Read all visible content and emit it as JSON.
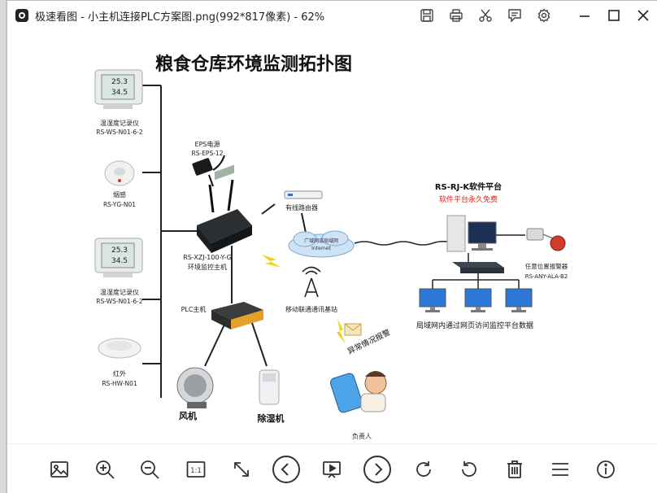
{
  "window": {
    "title": "极速看图 - 小主机连接PLC方案图.png(992*817像素) - 62%"
  },
  "titlebar_tools": [
    "save-icon",
    "print-icon",
    "cut-icon",
    "comment-icon",
    "settings-icon"
  ],
  "window_controls": [
    "minimize-icon",
    "maximize-icon",
    "close-icon"
  ],
  "diagram": {
    "title": "粮食仓库环境监测拓扑图",
    "thermo1_name": "温湿度记录仪",
    "thermo1_model": "RS-WS-N01-6-2",
    "thermo_display_top": "25.3",
    "thermo_display_bottom": "34.5",
    "smoke_name": "烟感",
    "smoke_model": "RS-YG-N01",
    "thermo2_name": "温湿度记录仪",
    "thermo2_model": "RS-WS-N01-6-2",
    "ir_name": "红外",
    "ir_model": "RS-HW-N01",
    "eps_name": "EPS电源",
    "eps_model": "RS-EPS-12",
    "host_model": "RS-XZJ-100-Y-G",
    "host_name": "环境监控主机",
    "plc_name": "PLC主机",
    "fan_name": "风机",
    "dehumidifier_name": "除湿机",
    "router_name": "有线路由器",
    "internet_line1": "广域网或局域网",
    "internet_line2": "Internet",
    "base_station_name": "移动联通通讯基站",
    "alarm_text": "异常情况报警",
    "person_name": "负责人",
    "platform_title": "RS-RJ-K软件平台",
    "platform_subtitle": "软件平台永久免费",
    "alarm_device_name": "任意位置报警器",
    "alarm_device_model": "RS-ANY-ALA-B2",
    "lan_caption": "局域网内通过网页访问监控平台数据",
    "accent_red": "#e0201c",
    "line_black": "#222222"
  },
  "bottom_toolbar": [
    "image-icon",
    "zoom-in-icon",
    "zoom-out-icon",
    "actual-size-icon",
    "fit-window-icon",
    "previous-icon",
    "slideshow-icon",
    "next-icon",
    "rotate-right-icon",
    "rotate-left-icon",
    "delete-icon",
    "menu-icon",
    "info-icon"
  ],
  "actual_size_label": "1:1"
}
